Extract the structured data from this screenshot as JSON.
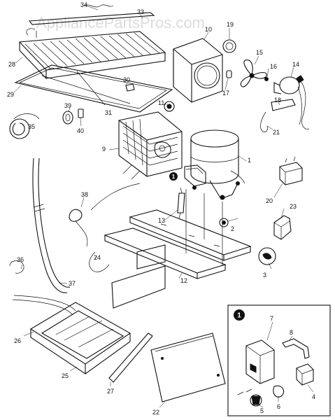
{
  "watermark": "AppliancePartsPros.com",
  "callouts": [
    "1",
    "2",
    "3",
    "4",
    "5",
    "6",
    "7",
    "8",
    "9",
    "10",
    "11",
    "12",
    "13",
    "14",
    "15",
    "16",
    "17",
    "18",
    "19",
    "20",
    "21",
    "22",
    "23",
    "24",
    "25",
    "26",
    "27",
    "28",
    "29",
    "30",
    "31",
    "33",
    "34",
    "35",
    "36",
    "37",
    "38",
    "39",
    "40"
  ],
  "inset": {
    "marker": "1"
  },
  "compressor_marker": "1",
  "icons": [
    "condenser-coil-icon",
    "fan-shroud-icon",
    "fan-blade-icon",
    "fan-motor-icon",
    "compressor-icon",
    "evaporator-icon",
    "drain-pan-icon",
    "relay-icon",
    "overload-icon",
    "base-rail-icon",
    "access-panel-icon",
    "tubing-icon"
  ]
}
